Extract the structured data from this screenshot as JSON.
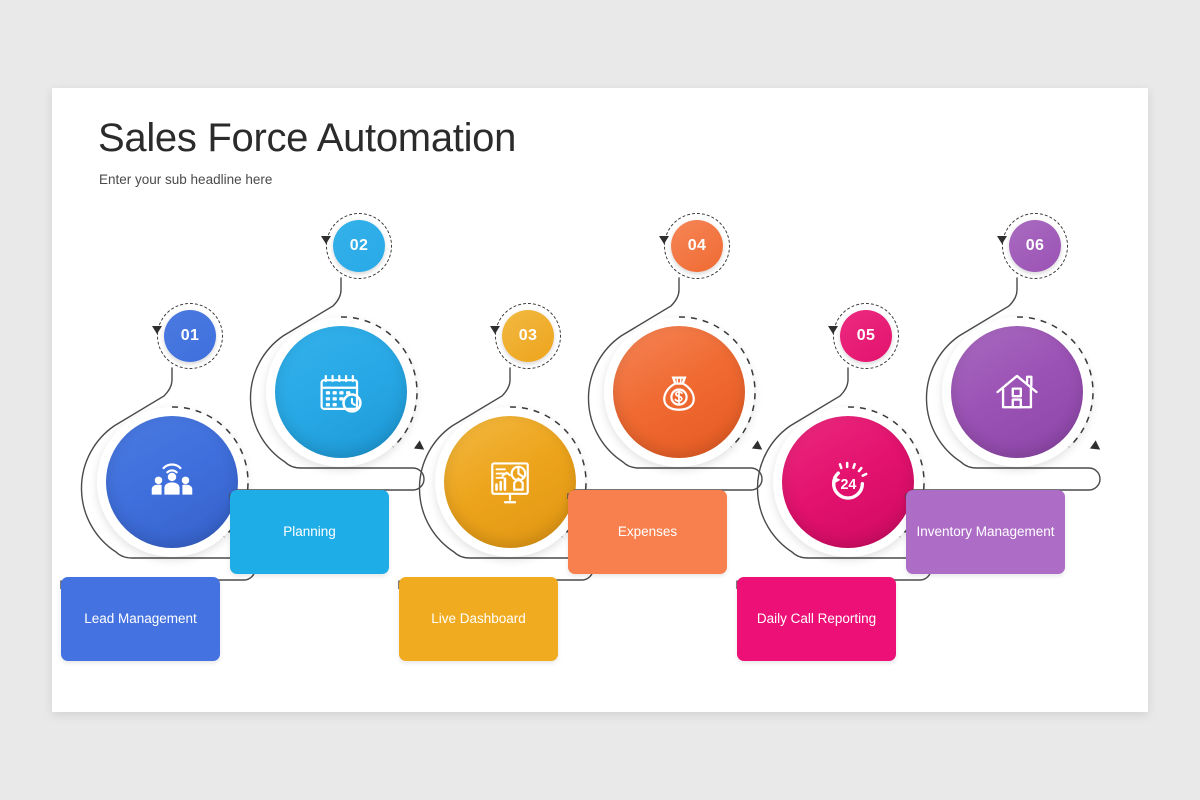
{
  "slide": {
    "title": "Sales Force Automation",
    "subtitle": "Enter your sub headline here",
    "background": "#e9e9e9",
    "surface": "#ffffff"
  },
  "steps": [
    {
      "number": "01",
      "label": "Lead Management",
      "icon": "group-people-icon",
      "circle_color": "#3f6fdc",
      "circle_color_dark": "#3560c9",
      "badge_color": "#4a7ae0",
      "label_color": "#4472e0",
      "position": "low"
    },
    {
      "number": "02",
      "label": "Planning",
      "icon": "calendar-clock-icon",
      "circle_color": "#28a9e6",
      "circle_color_dark": "#1c97d4",
      "badge_color": "#34b1ea",
      "label_color": "#1fade8",
      "position": "high"
    },
    {
      "number": "03",
      "label": "Live Dashboard",
      "icon": "dashboard-chart-icon",
      "circle_color": "#eda41c",
      "circle_color_dark": "#e09512",
      "badge_color": "#f2b942",
      "label_color": "#f1ab20",
      "position": "low"
    },
    {
      "number": "04",
      "label": "Expenses",
      "icon": "money-bag-icon",
      "circle_color": "#f06a32",
      "circle_color_dark": "#e55a22",
      "badge_color": "#f58657",
      "label_color": "#f7804e",
      "position": "high"
    },
    {
      "number": "05",
      "label": "Daily Call Reporting",
      "icon": "twenty-four-hours-icon",
      "circle_color": "#e3126e",
      "circle_color_dark": "#ce0a61",
      "badge_color": "#ec2b7f",
      "label_color": "#ec1077",
      "position": "low"
    },
    {
      "number": "06",
      "label": "Inventory Management",
      "icon": "house-icon",
      "circle_color": "#9b52b5",
      "circle_color_dark": "#8c45a6",
      "badge_color": "#a96bc0",
      "label_color": "#ad6cc6",
      "position": "high"
    }
  ]
}
